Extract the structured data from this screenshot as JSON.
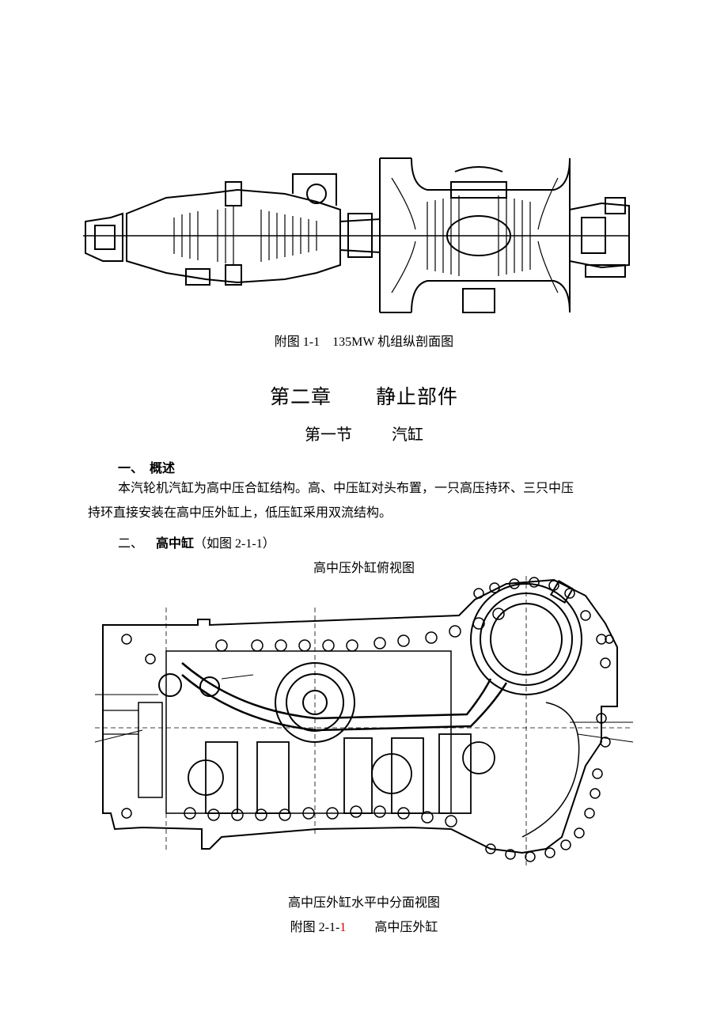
{
  "figure1": {
    "caption_label": "附图 1-1",
    "caption_text": "135MW 机组纵剖面图"
  },
  "chapter": {
    "number": "第二章",
    "name": "静止部件"
  },
  "section": {
    "number": "第一节",
    "name": "汽缸"
  },
  "h1": {
    "num": "一、",
    "title": "概述"
  },
  "paragraph": {
    "line1": "本汽轮机汽缸为高中压合缸结构。高、中压缸对头布置，一只高压持环、三只中压",
    "line2": "持环直接安装在高中压外缸上，低压缸采用双流结构。"
  },
  "h2": {
    "num": "二、",
    "title": "高中缸",
    "ref": "（如图 2-1-1）"
  },
  "figure2": {
    "top_title": "高中压外缸俯视图",
    "bottom_title": "高中压外缸水平中分面视图",
    "caption_prefix": "附图 2-1-",
    "caption_number": "1",
    "caption_text": "高中压外缸",
    "caption_number_color": "#d00000"
  }
}
